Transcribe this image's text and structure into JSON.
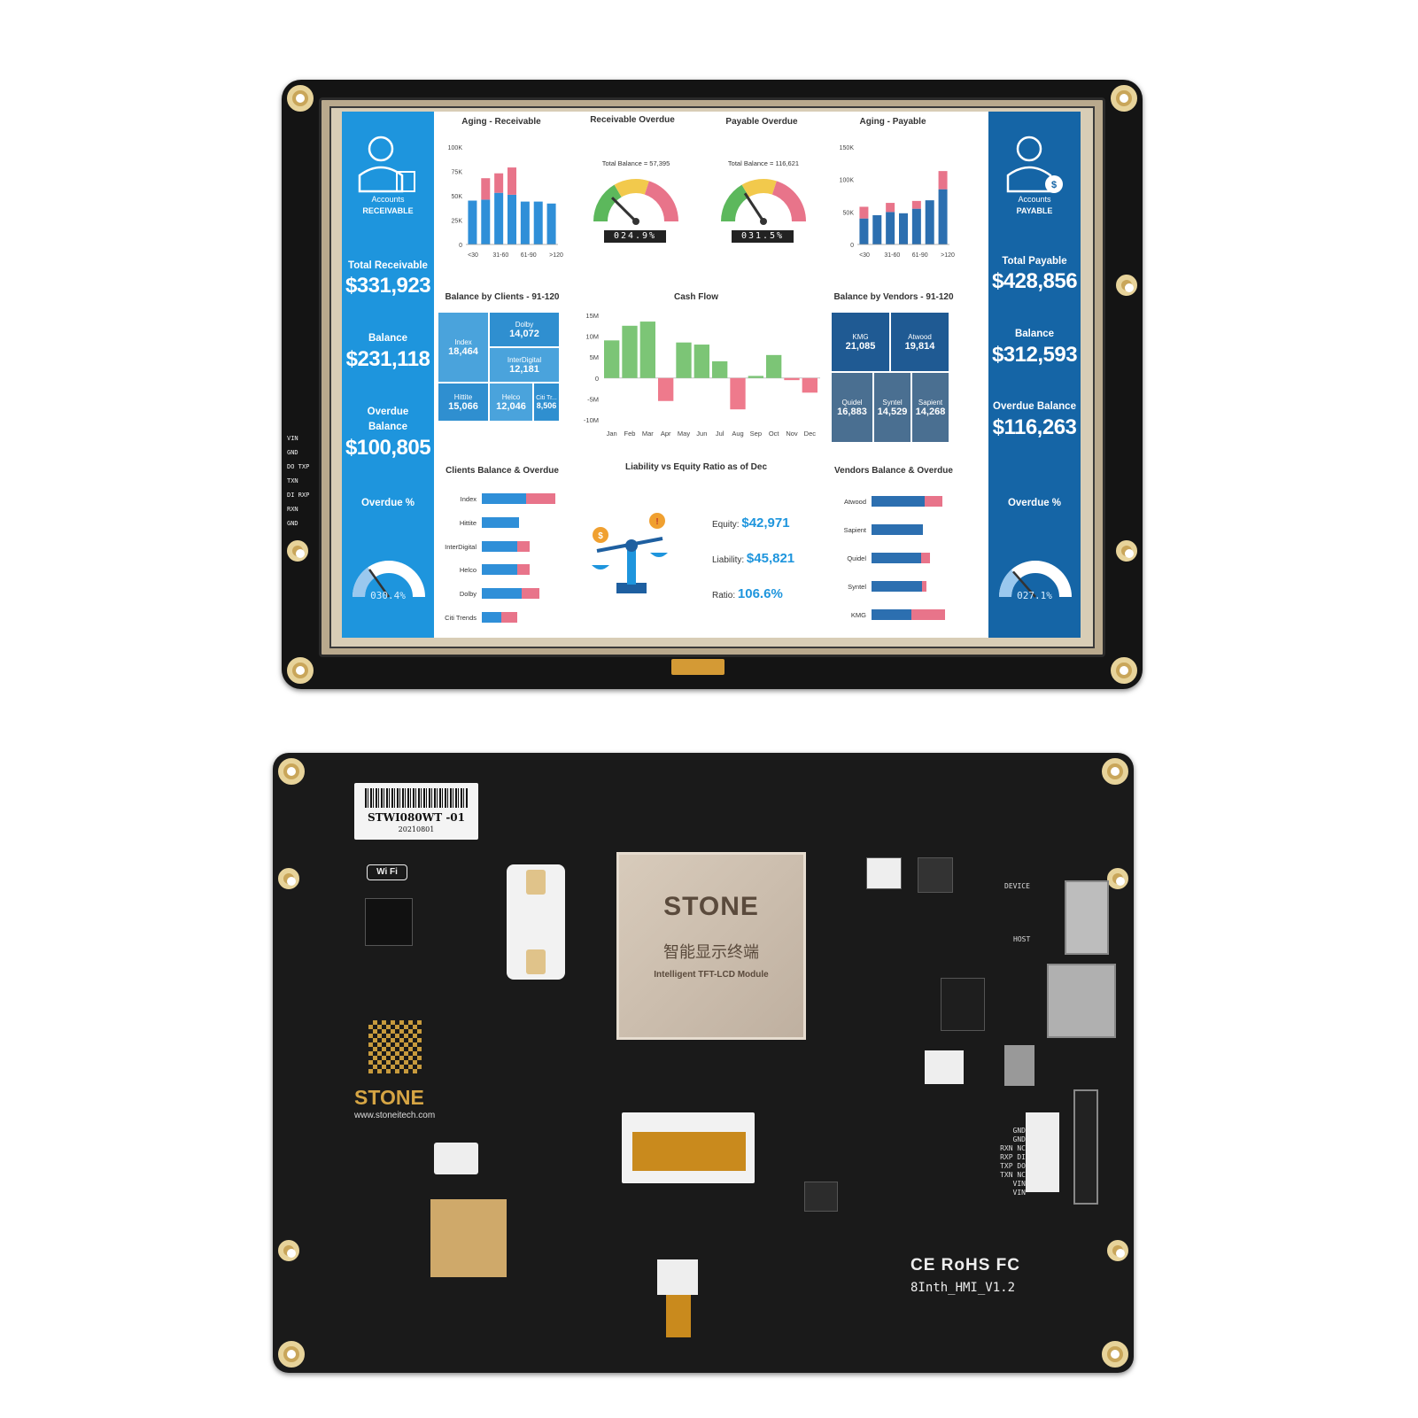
{
  "screen": {
    "left_panel": {
      "title_line1": "Accounts",
      "title_line2": "RECEIVABLE",
      "total_label": "Total Receivable",
      "total_value": "$331,923",
      "balance_label": "Balance",
      "balance_value": "$231,118",
      "overdue_balance_label_1": "Overdue",
      "overdue_balance_label_2": "Balance",
      "overdue_balance_value": "$100,805",
      "overdue_pct_label": "Overdue %",
      "overdue_pct_value": "030.4%",
      "overdue_pct_fraction": 0.304
    },
    "right_panel": {
      "title_line1": "Accounts",
      "title_line2": "PAYABLE",
      "total_label": "Total Payable",
      "total_value": "$428,856",
      "balance_label": "Balance",
      "balance_value": "$312,593",
      "overdue_balance_label": "Overdue Balance",
      "overdue_balance_value": "$116,263",
      "overdue_pct_label": "Overdue %",
      "overdue_pct_value": "027.1%",
      "overdue_pct_fraction": 0.271
    },
    "aging_receivable": {
      "title": "Aging - Receivable",
      "yticks": [
        "100K",
        "75K",
        "50K",
        "25K",
        "0"
      ],
      "xticks": [
        "<30",
        "31-60",
        "61-90",
        ">120"
      ],
      "ymax": 100,
      "bars": [
        {
          "base": 45,
          "over": 0
        },
        {
          "base": 46,
          "over": 22
        },
        {
          "base": 53,
          "over": 20
        },
        {
          "base": 51,
          "over": 28
        },
        {
          "base": 44,
          "over": 0
        },
        {
          "base": 44,
          "over": 0
        },
        {
          "base": 42,
          "over": 0
        }
      ],
      "colors": {
        "base": "#2f8fd8",
        "over": "#e8748a"
      }
    },
    "receivable_overdue": {
      "title": "Receivable Overdue",
      "caption": "Total Balance = 57,395",
      "readout": "024.9%",
      "fraction": 0.249
    },
    "payable_overdue": {
      "title": "Payable Overdue",
      "caption": "Total Balance = 116,621",
      "readout": "031.5%",
      "fraction": 0.315
    },
    "aging_payable": {
      "title": "Aging - Payable",
      "yticks": [
        "150K",
        "100K",
        "50K",
        "0"
      ],
      "xticks": [
        "<30",
        "31-60",
        "61-90",
        ">120"
      ],
      "ymax": 150,
      "bars": [
        {
          "base": 40,
          "over": 18
        },
        {
          "base": 45,
          "over": 0
        },
        {
          "base": 50,
          "over": 14
        },
        {
          "base": 48,
          "over": 0
        },
        {
          "base": 55,
          "over": 12
        },
        {
          "base": 68,
          "over": 0
        },
        {
          "base": 85,
          "over": 28
        }
      ],
      "colors": {
        "base": "#2c6fb0",
        "over": "#e8748a"
      }
    },
    "balance_clients": {
      "title": "Balance by Clients - 91-120",
      "tiles": [
        {
          "name": "Index",
          "value": "18,464"
        },
        {
          "name": "Dolby",
          "value": "14,072"
        },
        {
          "name": "InterDigital",
          "value": "12,181"
        },
        {
          "name": "Hittite",
          "value": "15,066"
        },
        {
          "name": "Helco",
          "value": "12,046"
        },
        {
          "name": "Citi Tr...",
          "value": "8,506"
        }
      ]
    },
    "cash_flow": {
      "title": "Cash Flow",
      "yticks": [
        "15M",
        "10M",
        "5M",
        "0",
        "-5M",
        "-10M"
      ],
      "months": [
        "Jan",
        "Feb",
        "Mar",
        "Apr",
        "May",
        "Jun",
        "Jul",
        "Aug",
        "Sep",
        "Oct",
        "Nov",
        "Dec"
      ],
      "values": [
        9,
        12.5,
        13.5,
        -5.5,
        8.5,
        8,
        4,
        -7.5,
        0.5,
        5.5,
        -0.5,
        -3.5
      ],
      "ymin": -10,
      "ymax": 15,
      "colors": {
        "pos": "#7cc576",
        "neg": "#ee7a8c"
      }
    },
    "balance_vendors": {
      "title": "Balance by Vendors - 91-120",
      "tiles": [
        {
          "name": "KMG",
          "value": "21,085"
        },
        {
          "name": "Atwood",
          "value": "19,814"
        },
        {
          "name": "Quidel",
          "value": "16,883"
        },
        {
          "name": "Syntel",
          "value": "14,529"
        },
        {
          "name": "Sapient",
          "value": "14,268"
        }
      ]
    },
    "clients_overdue": {
      "title": "Clients Balance & Overdue",
      "rows": [
        {
          "name": "Index",
          "base": 50,
          "over": 33
        },
        {
          "name": "Hittite",
          "base": 42,
          "over": 0
        },
        {
          "name": "InterDigital",
          "base": 40,
          "over": 14
        },
        {
          "name": "Helco",
          "base": 40,
          "over": 14
        },
        {
          "name": "Dolby",
          "base": 45,
          "over": 20
        },
        {
          "name": "Citi Trends",
          "base": 22,
          "over": 18
        }
      ]
    },
    "liability_equity": {
      "title": "Liability vs Equity Ratio as of Dec",
      "equity_label": "Equity:",
      "equity_value": "$42,971",
      "liability_label": "Liability:",
      "liability_value": "$45,821",
      "ratio_label": "Ratio:",
      "ratio_value": "106.6%"
    },
    "vendors_overdue": {
      "title": "Vendors Balance & Overdue",
      "rows": [
        {
          "name": "Atwood",
          "base": 60,
          "over": 20
        },
        {
          "name": "Sapient",
          "base": 58,
          "over": 0
        },
        {
          "name": "Quidel",
          "base": 56,
          "over": 10
        },
        {
          "name": "Syntel",
          "base": 57,
          "over": 5
        },
        {
          "name": "KMG",
          "base": 45,
          "over": 38
        }
      ]
    }
  },
  "board_front": {
    "pins": [
      "VIN",
      "GND",
      "TXP",
      "TXN",
      "RXP",
      "RXN",
      "GND"
    ],
    "pin_prefix": [
      "",
      "",
      "DO",
      "",
      "DI",
      "",
      ""
    ]
  },
  "board_back": {
    "label_model": "STWI080WT -01",
    "label_date": "20210801",
    "wifi_label": "Wi Fi",
    "chip_brand": "STONE",
    "chip_cn": "智能显示终端",
    "chip_en": "Intelligent TFT-LCD Module",
    "brand": "STONE",
    "url": "www.stoneitech.com",
    "version": "8Inth_HMI_V1.2",
    "cert": "CE RoHS FC",
    "device_label": "DEVICE",
    "host_label": "HOST",
    "conn_pins": [
      "GND",
      "GND",
      "RXN NC",
      "RXP DI",
      "TXP DO",
      "TXN NC",
      "VIN",
      "VIN"
    ]
  }
}
